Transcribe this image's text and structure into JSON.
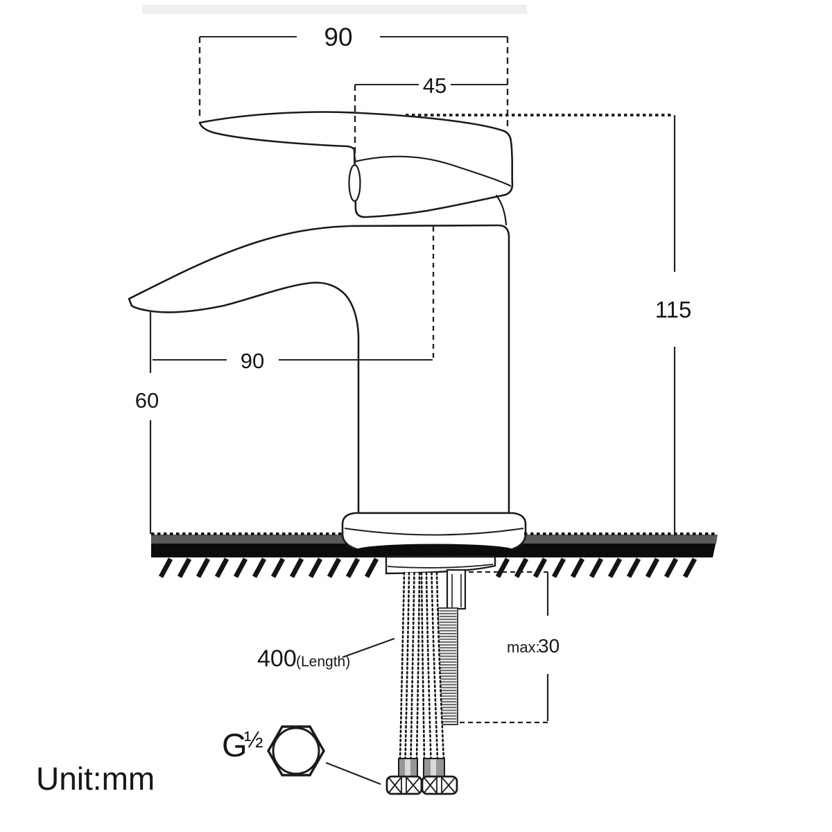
{
  "unit_note": "Unit:mm",
  "dimensions": {
    "handle_overall_width": "90",
    "handle_projection": "45",
    "total_height": "115",
    "spout_reach": "90",
    "spout_height": "60",
    "hose_length_value": "400",
    "hose_length_note": "(Length)",
    "mount_depth_prefix": "max:",
    "mount_depth_value": "30",
    "thread_letter": "G",
    "thread_fraction": "½"
  },
  "colors": {
    "line": "#1a1a1a",
    "counter_black": "#0c0c0c",
    "counter_gray": "#5a5a5a",
    "ferrule_gray": "#969696",
    "thread_gray": "#4f4f4f"
  }
}
